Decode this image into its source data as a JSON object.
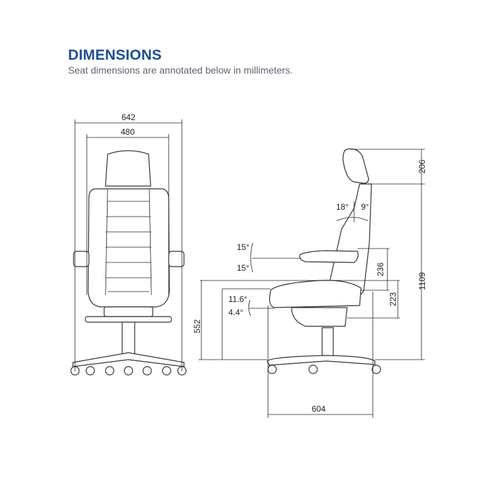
{
  "header": {
    "title": "DIMENSIONS",
    "subtitle": "Seat dimensions are annotated below in millimeters."
  },
  "front_view": {
    "overall_width": "642",
    "backrest_width": "480"
  },
  "side_view": {
    "headrest_height": "206",
    "overall_height": "1109",
    "armrest_height": "236",
    "seat_to_armrest": "223",
    "seat_height": "552",
    "depth": "604",
    "backrest_tilt_back": "18°",
    "backrest_tilt_forward": "9°",
    "armrest_tilt_up": "15°",
    "armrest_tilt_down": "15°",
    "seat_tilt_back": "11.6°",
    "seat_tilt_forward": "4.4°"
  }
}
